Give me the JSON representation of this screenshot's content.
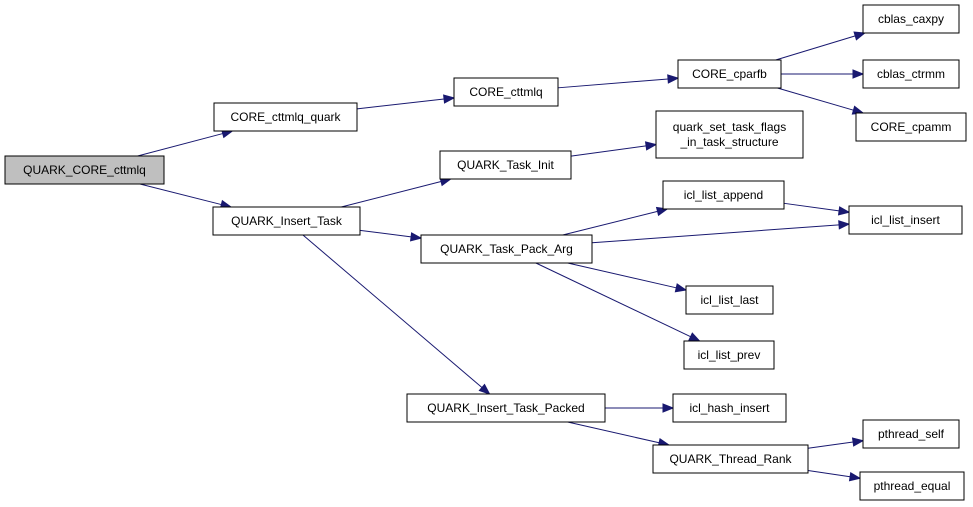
{
  "diagram": {
    "nodes": [
      {
        "id": "quark_core_cttmlq",
        "lines": [
          "QUARK_CORE_cttmlq"
        ],
        "root": true
      },
      {
        "id": "core_cttmlq_quark",
        "lines": [
          "CORE_cttmlq_quark"
        ]
      },
      {
        "id": "quark_insert_task",
        "lines": [
          "QUARK_Insert_Task"
        ]
      },
      {
        "id": "core_cttmlq",
        "lines": [
          "CORE_cttmlq"
        ]
      },
      {
        "id": "core_cparfb",
        "lines": [
          "CORE_cparfb"
        ]
      },
      {
        "id": "cblas_caxpy",
        "lines": [
          "cblas_caxpy"
        ]
      },
      {
        "id": "cblas_ctrmm",
        "lines": [
          "cblas_ctrmm"
        ]
      },
      {
        "id": "core_cpamm",
        "lines": [
          "CORE_cpamm"
        ]
      },
      {
        "id": "quark_task_init",
        "lines": [
          "QUARK_Task_Init"
        ]
      },
      {
        "id": "quark_set_task_flags",
        "lines": [
          "quark_set_task_flags",
          "_in_task_structure"
        ]
      },
      {
        "id": "quark_task_pack_arg",
        "lines": [
          "QUARK_Task_Pack_Arg"
        ]
      },
      {
        "id": "icl_list_append",
        "lines": [
          "icl_list_append"
        ]
      },
      {
        "id": "icl_list_insert",
        "lines": [
          "icl_list_insert"
        ]
      },
      {
        "id": "icl_list_last",
        "lines": [
          "icl_list_last"
        ]
      },
      {
        "id": "icl_list_prev",
        "lines": [
          "icl_list_prev"
        ]
      },
      {
        "id": "quark_insert_task_packed",
        "lines": [
          "QUARK_Insert_Task_Packed"
        ]
      },
      {
        "id": "icl_hash_insert",
        "lines": [
          "icl_hash_insert"
        ]
      },
      {
        "id": "quark_thread_rank",
        "lines": [
          "QUARK_Thread_Rank"
        ]
      },
      {
        "id": "pthread_self",
        "lines": [
          "pthread_self"
        ]
      },
      {
        "id": "pthread_equal",
        "lines": [
          "pthread_equal"
        ]
      }
    ],
    "edges": [
      [
        "quark_core_cttmlq",
        "core_cttmlq_quark"
      ],
      [
        "quark_core_cttmlq",
        "quark_insert_task"
      ],
      [
        "core_cttmlq_quark",
        "core_cttmlq"
      ],
      [
        "core_cttmlq",
        "core_cparfb"
      ],
      [
        "core_cparfb",
        "cblas_caxpy"
      ],
      [
        "core_cparfb",
        "cblas_ctrmm"
      ],
      [
        "core_cparfb",
        "core_cpamm"
      ],
      [
        "quark_insert_task",
        "quark_task_init"
      ],
      [
        "quark_insert_task",
        "quark_task_pack_arg"
      ],
      [
        "quark_insert_task",
        "quark_insert_task_packed"
      ],
      [
        "quark_task_init",
        "quark_set_task_flags"
      ],
      [
        "quark_task_pack_arg",
        "icl_list_append"
      ],
      [
        "quark_task_pack_arg",
        "icl_list_insert"
      ],
      [
        "quark_task_pack_arg",
        "icl_list_last"
      ],
      [
        "quark_task_pack_arg",
        "icl_list_prev"
      ],
      [
        "icl_list_append",
        "icl_list_insert"
      ],
      [
        "quark_insert_task_packed",
        "icl_hash_insert"
      ],
      [
        "quark_insert_task_packed",
        "quark_thread_rank"
      ],
      [
        "quark_thread_rank",
        "pthread_self"
      ],
      [
        "quark_thread_rank",
        "pthread_equal"
      ]
    ]
  }
}
